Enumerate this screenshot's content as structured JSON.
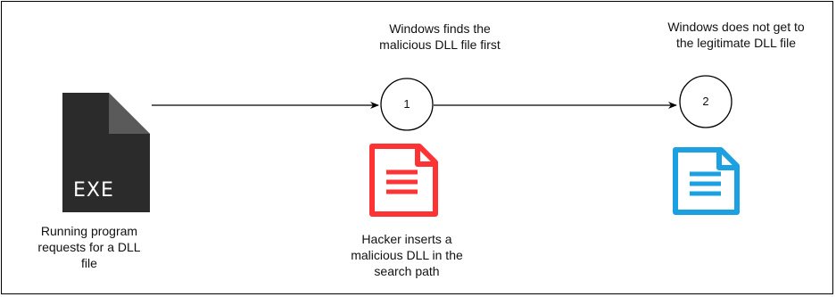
{
  "exe_file": {
    "label": "EXE",
    "icon": "exe-file-icon",
    "color": "#2b2b2b"
  },
  "step1": {
    "number": "1",
    "top_label": [
      "Windows finds the",
      "malicious DLL file first"
    ]
  },
  "step2": {
    "number": "2",
    "top_label": [
      "Windows does not get to",
      "the legitimate DLL file"
    ]
  },
  "malicious_dll": {
    "icon": "document-icon",
    "color": "#ff3333",
    "caption": [
      "Hacker inserts a",
      "malicious DLL in the",
      "search path"
    ]
  },
  "legit_dll": {
    "icon": "document-icon",
    "color": "#1ba1e2"
  },
  "program_caption": [
    "Running program",
    "requests for a DLL",
    "file"
  ]
}
